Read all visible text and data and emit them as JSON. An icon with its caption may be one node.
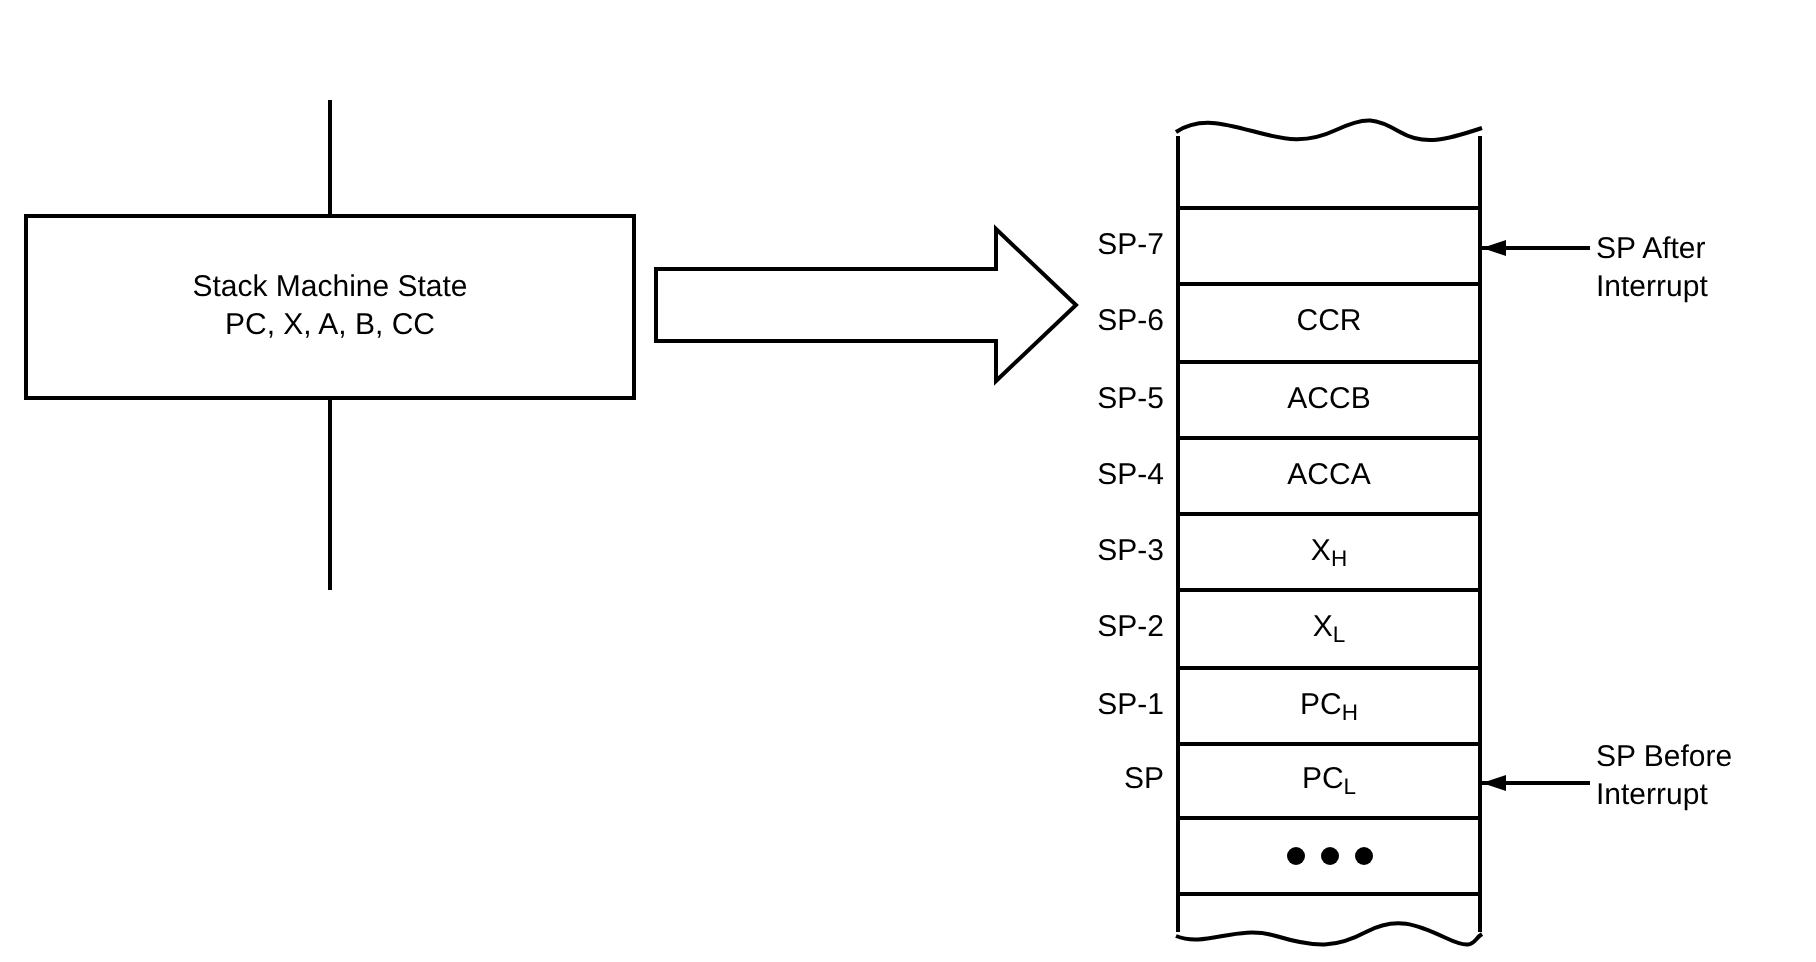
{
  "diagram": {
    "nodes": [
      {
        "text": [
          "Stack Machine State",
          "PC, X, A, B, CC"
        ]
      },
      {
        "text": [],
        "shape": "box"
      },
      {
        "text": [],
        "shape": "box",
        "in": 1
      },
      {
        "text": [],
        "shape": "box",
        "in": 1,
        "beside": [
          "SP-7"
        ]
      },
      {
        "text": [
          "CCR"
        ],
        "in": 1,
        "beside": [
          "SP-6"
        ]
      },
      {
        "text": [
          "ACCB"
        ],
        "in": 1,
        "beside": [
          "SP-5"
        ]
      },
      {
        "text": [
          "ACCA"
        ],
        "in": 1,
        "beside": [
          "SP-4"
        ]
      },
      {
        "text": [
          "X$_{H}$"
        ],
        "in": 1,
        "beside": [
          "SP-3"
        ]
      },
      {
        "text": [
          "X$_{L}$"
        ],
        "in": 1,
        "beside": [
          "SP-2"
        ]
      },
      {
        "text": [
          "PC$_{H}$"
        ],
        "in": 1,
        "beside": [
          "SP-1"
        ]
      },
      {
        "text": [
          "PC$_{L}$"
        ],
        "in": 1,
        "beside": [
          "SP"
        ]
      },
      {
        "text": [],
        "shape": "box",
        "in": 1
      },
      {
        "text": [],
        "shape": "box",
        "in": 1
      },
      {
        "text": [
          "SP After Interrupt"
        ]
      },
      {
        "text": [
          "SP Before Interrupt"
        ]
      }
    ],
    "edges": [
      {
        "from": null,
        "to": 0,
        "arrow": "none"
      },
      {
        "from": 0,
        "to": null,
        "arrow": "none"
      },
      {
        "from": 0,
        "to": 1,
        "arrow": "to",
        "style": "thick"
      },
      {
        "from": 13,
        "to": 3,
        "arrow": "to"
      },
      {
        "from": 14,
        "to": 10,
        "arrow": "to"
      }
    ]
  }
}
